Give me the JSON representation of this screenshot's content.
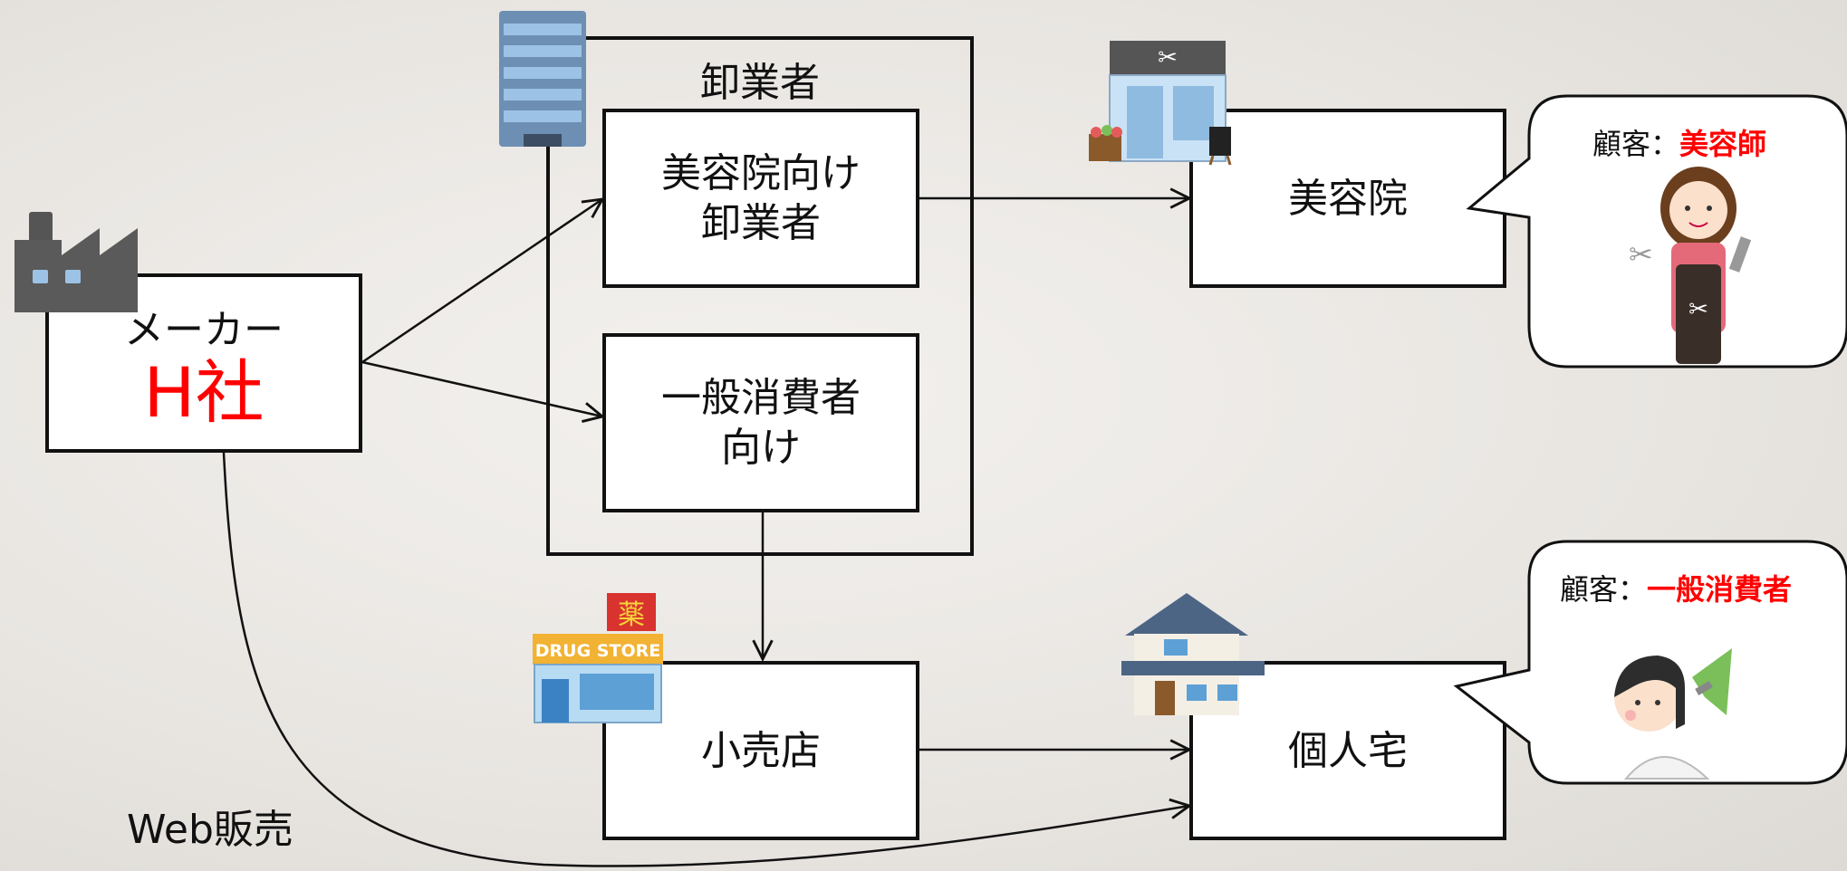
{
  "maker": {
    "line1": "メーカー",
    "line2": "H社"
  },
  "wholesaler_group": {
    "title": "卸業者"
  },
  "nodes": {
    "salon_wholesaler": {
      "line1": "美容院向け",
      "line2": "卸業者"
    },
    "consumer_wholesaler": {
      "line1": "一般消費者",
      "line2": "向け"
    },
    "retail": "小売店",
    "salon": "美容院",
    "home": "個人宅"
  },
  "edge_labels": {
    "web": "Web販売"
  },
  "bubbles": {
    "salon": {
      "prefix": "顧客：",
      "highlight": "美容師"
    },
    "home": {
      "prefix": "顧客：",
      "highlight": "一般消費者"
    }
  },
  "icons": {
    "factory": "factory-icon",
    "office": "office-building-icon",
    "salon_shop": "salon-shop-icon",
    "drugstore": "drugstore-icon",
    "drugstore_sign": "薬",
    "drugstore_banner": "DRUG STORE",
    "house": "house-icon",
    "hairdresser": "hairdresser-person-icon",
    "customer": "customer-haircut-icon"
  },
  "colors": {
    "highlight": "#ff0000",
    "line": "#111111",
    "background": "#e8e5e1"
  }
}
